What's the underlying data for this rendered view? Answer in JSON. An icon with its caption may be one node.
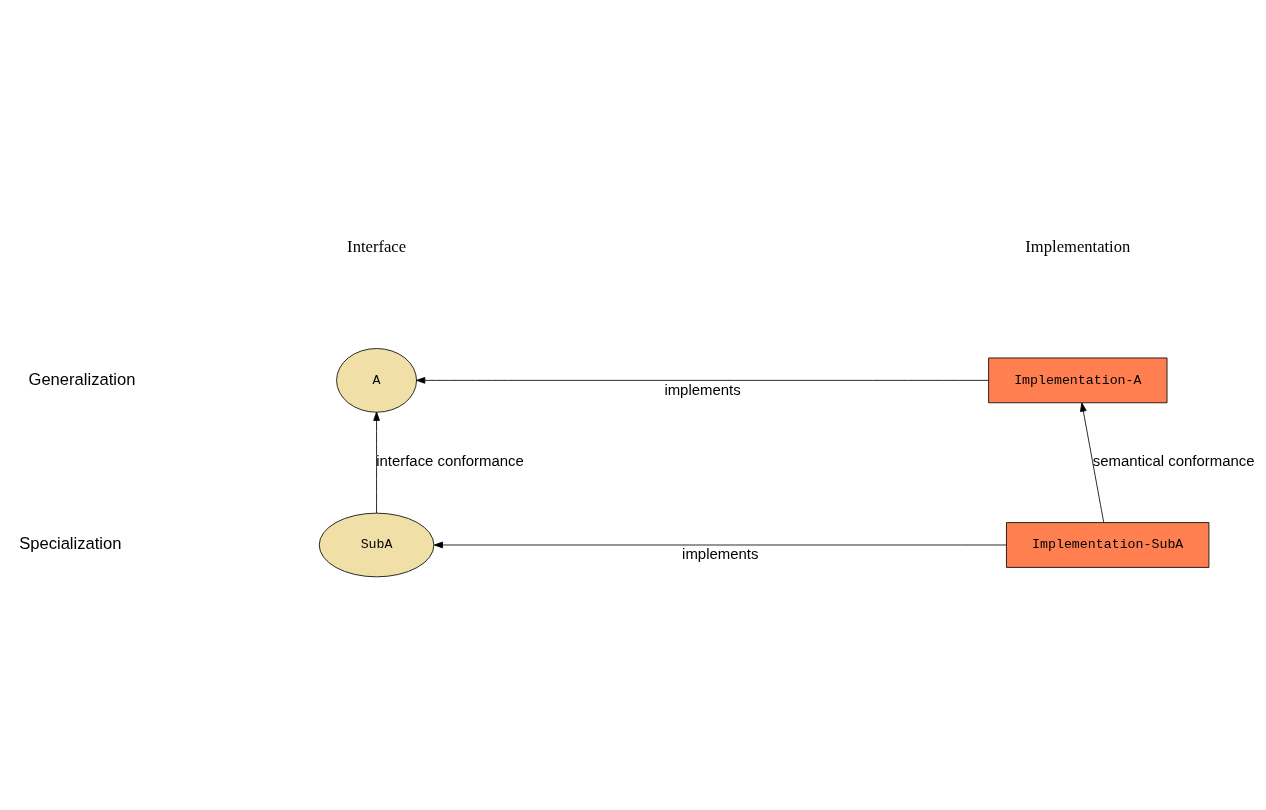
{
  "diagram": {
    "nodes": [
      {
        "text": [
          "A"
        ]
      },
      {
        "text": [
          "Implementation-A"
        ]
      },
      {
        "text": [
          "SubA"
        ]
      },
      {
        "text": [
          "Implementation-SubA"
        ]
      }
    ],
    "edges": [
      {
        "from": 1,
        "to": 0,
        "arrow": "to",
        "label": "implements"
      },
      {
        "from": 2,
        "to": 0,
        "arrow": "to",
        "label": "interface conformance"
      },
      {
        "from": 3,
        "to": 1,
        "arrow": "to",
        "label": "semantical conformance"
      },
      {
        "from": 3,
        "to": 2,
        "arrow": "to",
        "label": "implements"
      }
    ],
    "labels": [
      "Interface",
      "Implementation",
      "Generalization",
      "Specialization"
    ]
  }
}
